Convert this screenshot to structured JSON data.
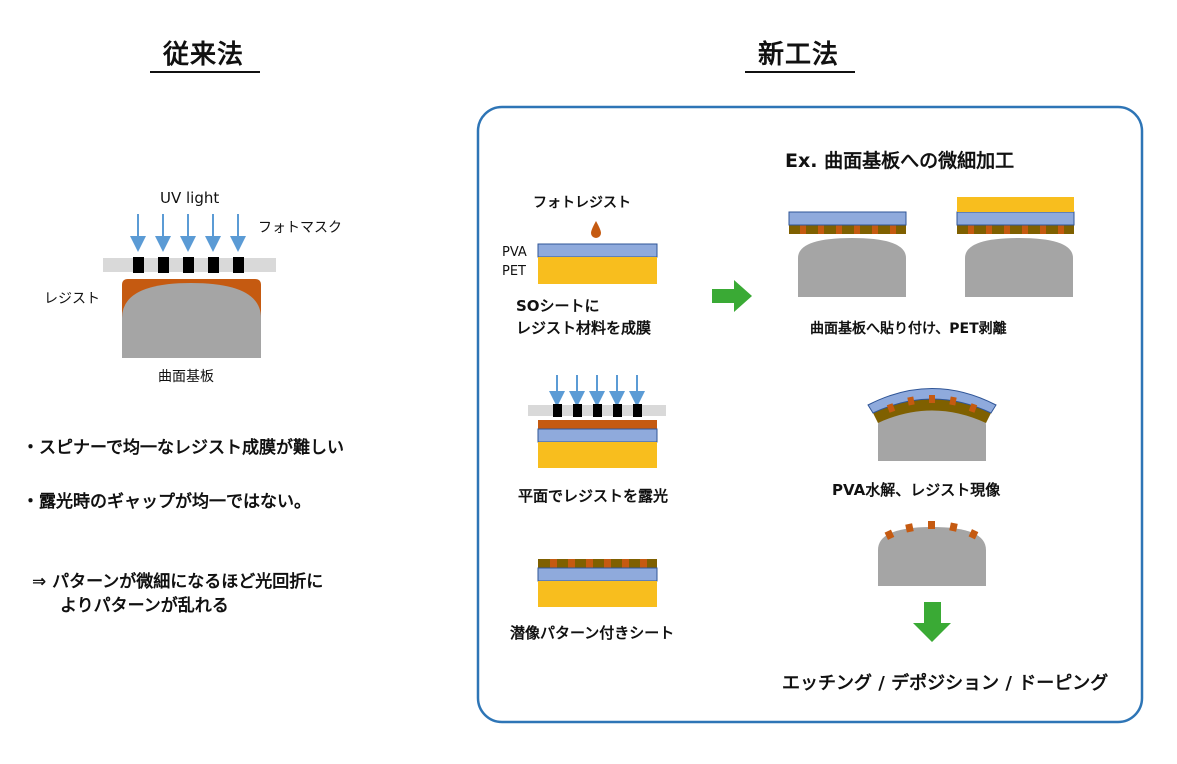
{
  "left": {
    "title": "従来法",
    "uv_label": "UV light",
    "photomask_label": "フォトマスク",
    "resist_label": "レジスト",
    "substrate_label": "曲面基板",
    "bullet1": "・スピナーで均一なレジスト成膜が難しい",
    "bullet2": "・露光時のギャップが均一ではない。",
    "conclusion_line1": "⇒ パターンが微細になるほど光回折に",
    "conclusion_line2": "よりパターンが乱れる"
  },
  "right": {
    "title": "新工法",
    "example_title": "Ex. 曲面基板への微細加工",
    "photoresist_label": "フォトレジスト",
    "pva_label": "PVA",
    "pet_label": "PET",
    "step1_line1": "SOシートに",
    "step1_line2": "レジスト材料を成膜",
    "step2": "平面でレジストを露光",
    "step3": "潜像パターン付きシート",
    "step4": "曲面基板へ貼り付け、PET剥離",
    "step5": "PVA水解、レジスト現像",
    "final": "エッチング / デポジション / ドーピング"
  },
  "colors": {
    "arrow_blue": "#5b9bd5",
    "resist_orange": "#c55a11",
    "substrate_gray": "#a5a5a5",
    "pva_blue": "#8faadc",
    "pet_yellow": "#f8be1e",
    "latent_brown": "#7f6000",
    "green_arrow": "#3aaa35",
    "frame_blue": "#2e75b6"
  }
}
